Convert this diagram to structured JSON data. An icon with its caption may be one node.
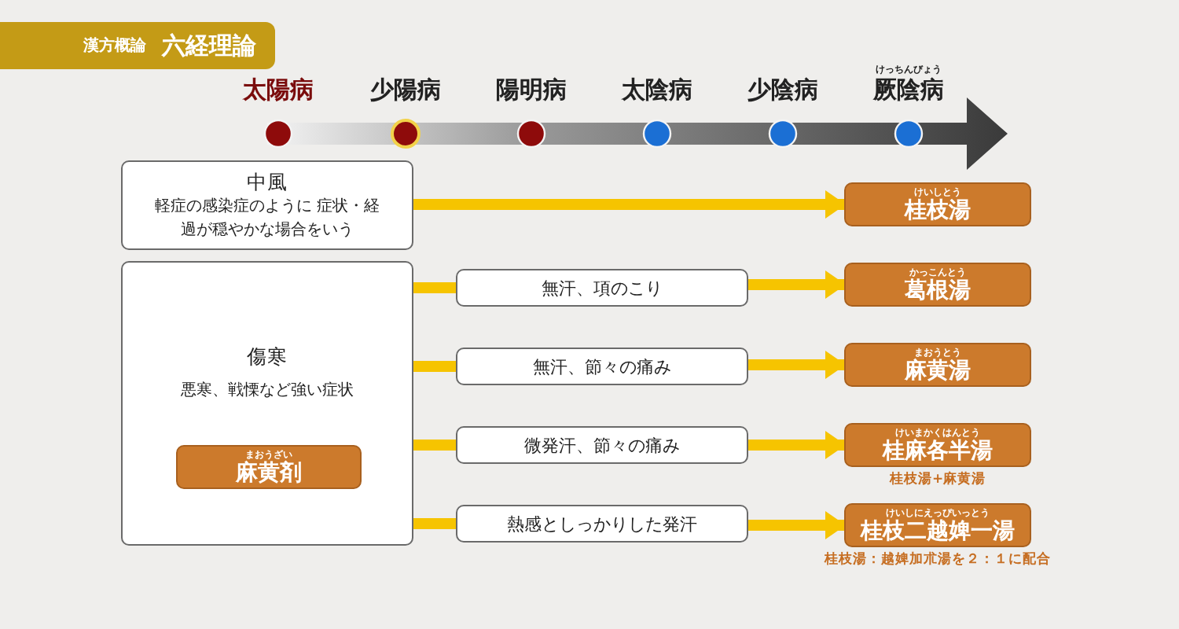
{
  "diagram": {
    "nodes": [
      {
        "text": [
          "漢方概論",
          "六経理論"
        ]
      },
      {
        "text": [
          "中風",
          "軽症の感染症のように 症状・経過が穏やかな場合をいう"
        ]
      },
      {
        "text": [
          "傷寒",
          "悪寒、戦慄など強い症状"
        ]
      },
      {
        "text": [
          "まおうざい",
          "麻黄剤"
        ],
        "in": 2
      },
      {
        "text": [
          "無汗、項のこり"
        ]
      },
      {
        "text": [
          "無汗、節々の痛み"
        ]
      },
      {
        "text": [
          "微発汗、節々の痛み"
        ]
      },
      {
        "text": [
          "熱感としっかりした発汗"
        ]
      },
      {
        "text": [
          "けいしとう",
          "桂枝湯"
        ]
      },
      {
        "text": [
          "かっこんとう",
          "葛根湯"
        ]
      },
      {
        "text": [
          "まおうとう",
          "麻黄湯"
        ]
      },
      {
        "text": [
          "けいまかくはんとう",
          "桂麻各半湯"
        ],
        "beside": [
          "桂枝湯+麻黄湯"
        ]
      },
      {
        "text": [
          "けいしにえっぴいっとう",
          "桂枝二越婢一湯"
        ],
        "beside": [
          "桂枝湯：越婢加朮湯を２：１に配合"
        ]
      }
    ],
    "edges": [
      {
        "from": 1,
        "to": 8,
        "arrow": "to"
      },
      {
        "from": 2,
        "to": 4,
        "arrow": "none"
      },
      {
        "from": 2,
        "to": 5,
        "arrow": "none"
      },
      {
        "from": 2,
        "to": 6,
        "arrow": "none"
      },
      {
        "from": 2,
        "to": 7,
        "arrow": "none"
      },
      {
        "from": 4,
        "to": 9,
        "arrow": "to"
      },
      {
        "from": 5,
        "to": 10,
        "arrow": "to"
      },
      {
        "from": 6,
        "to": 11,
        "arrow": "to"
      },
      {
        "from": 7,
        "to": 12,
        "arrow": "to"
      }
    ],
    "labels": [
      "太陽病",
      "少陽病",
      "陽明病",
      "太陰病",
      "少陰病",
      "けっちんびょう",
      "厥陰病"
    ]
  }
}
